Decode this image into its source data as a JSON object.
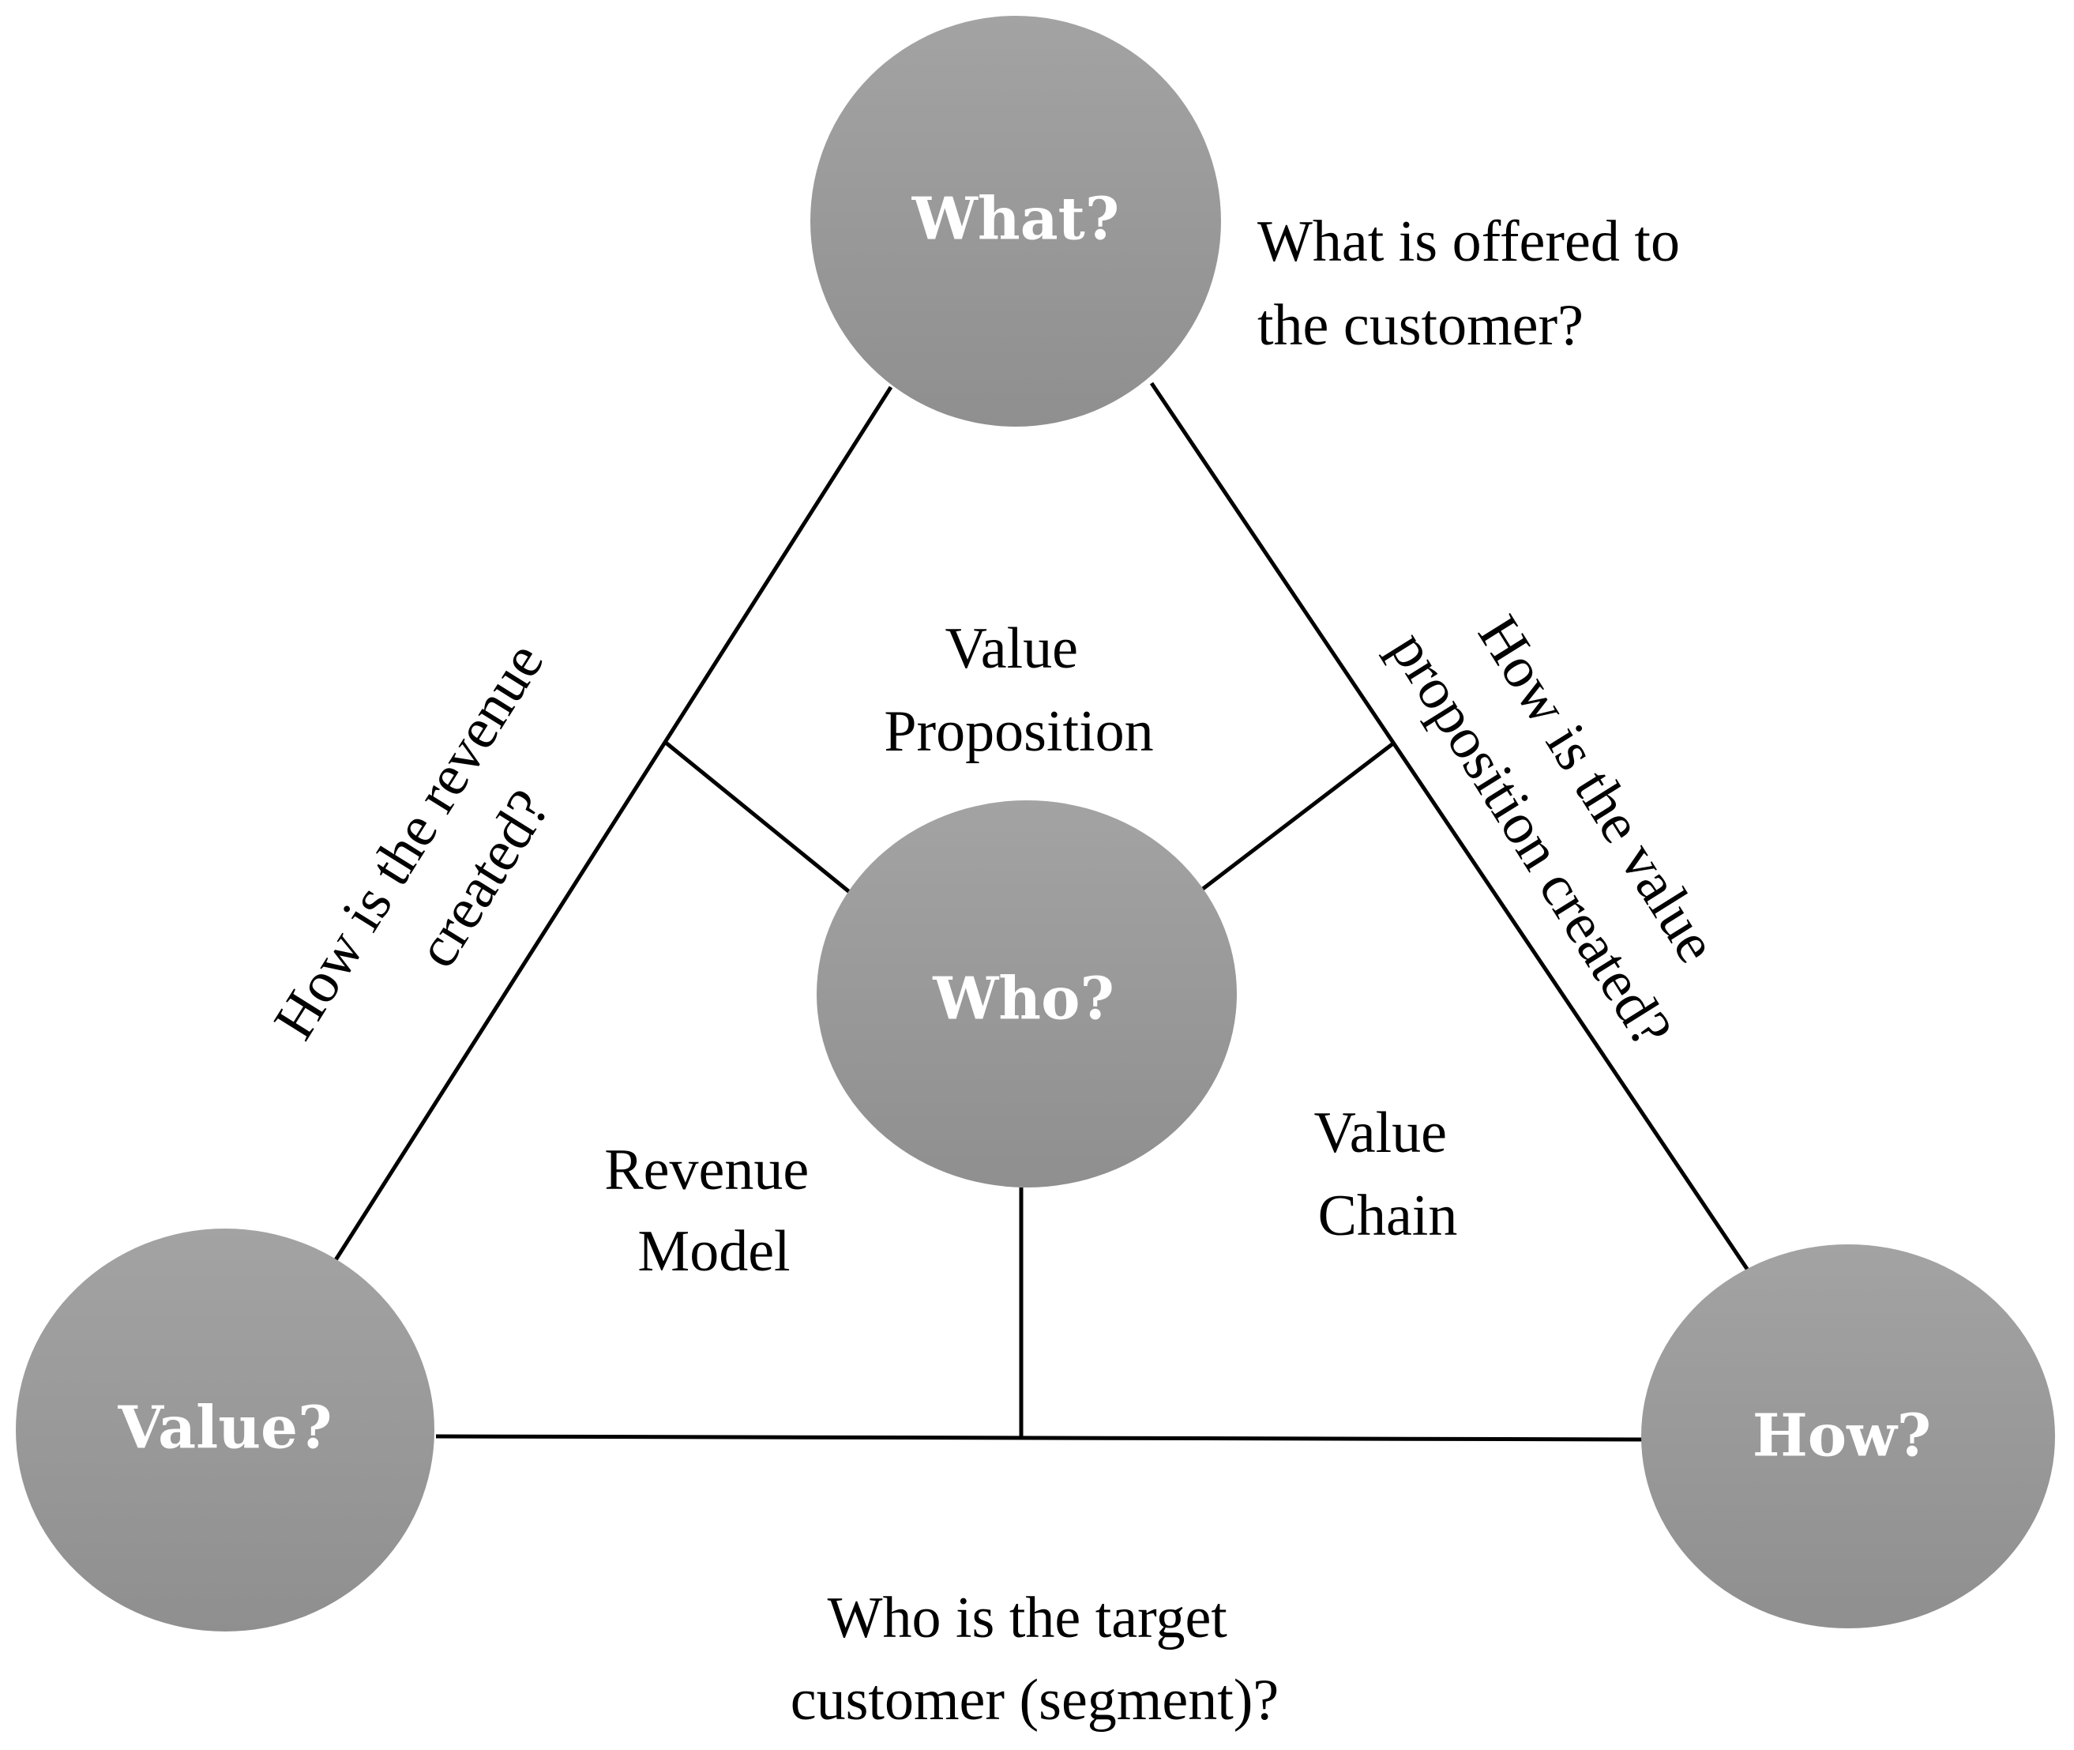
{
  "colors": {
    "node_fill_top": "#a3a3a3",
    "node_fill_bottom": "#8f8f8f",
    "node_text": "#ffffff",
    "line": "#000000",
    "text": "#000000",
    "background": "#ffffff"
  },
  "nodes": {
    "what": {
      "label": "What?"
    },
    "who": {
      "label": "Who?"
    },
    "value": {
      "label": "Value?"
    },
    "how": {
      "label": "How?"
    }
  },
  "regions": {
    "value_proposition": [
      "Value",
      "Proposition"
    ],
    "revenue_model": [
      "Revenue",
      "Model"
    ],
    "value_chain": [
      "Value",
      "Chain"
    ]
  },
  "questions": {
    "what": [
      "What is offered to",
      "the customer?"
    ],
    "value": [
      "How is the revenue",
      "created?"
    ],
    "how": [
      "How is the value",
      "proposition created?"
    ],
    "who": [
      "Who is the target",
      "customer (segment)?"
    ]
  }
}
